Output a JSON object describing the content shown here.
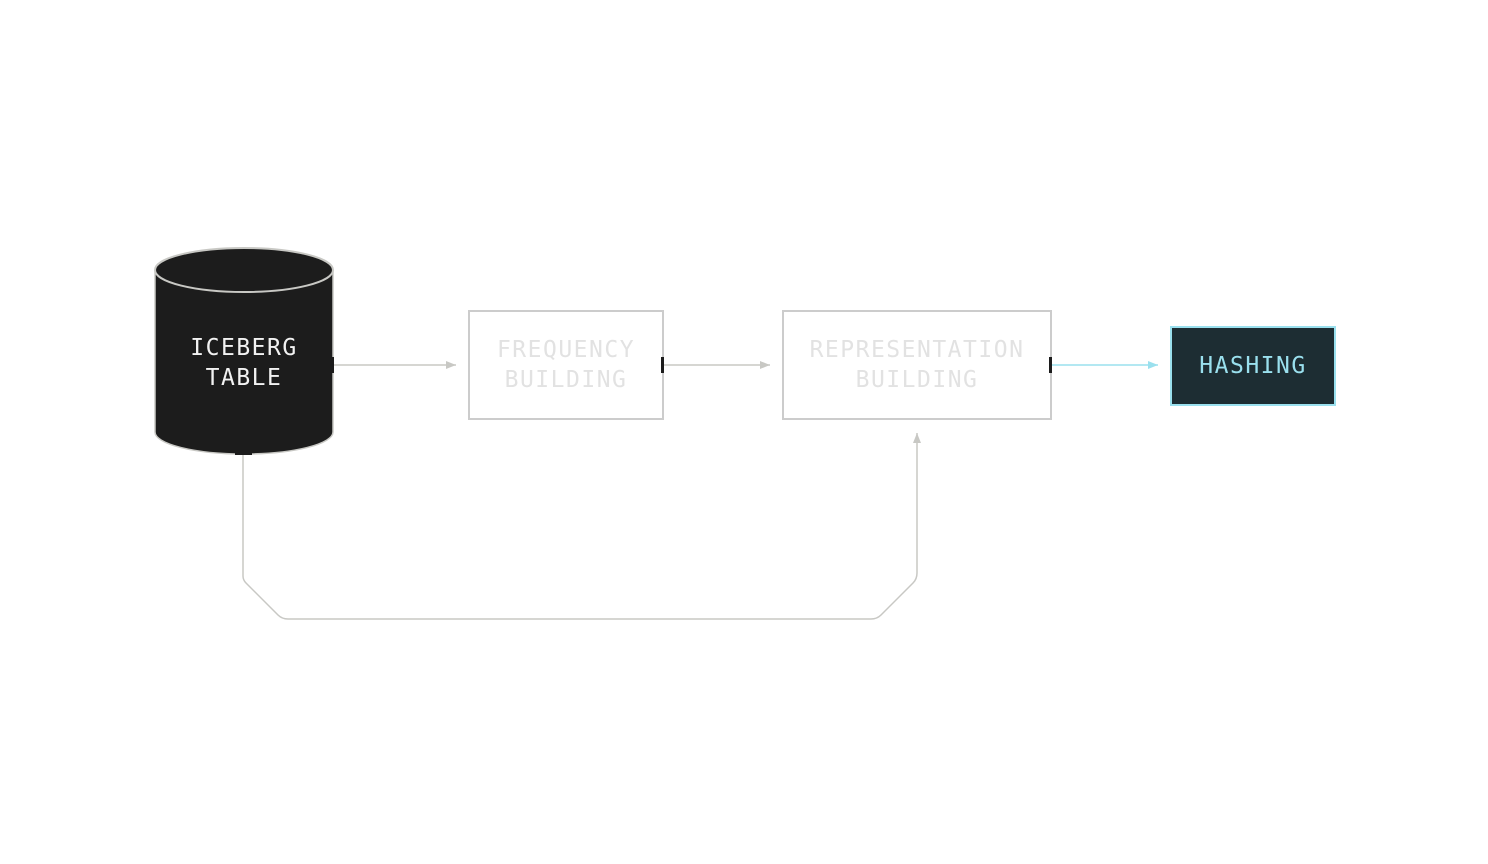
{
  "nodes": {
    "iceberg_table": {
      "line1": "ICEBERG",
      "line2": "TABLE"
    },
    "frequency_building": {
      "line1": "FREQUENCY",
      "line2": "BUILDING"
    },
    "representation_building": {
      "line1": "REPRESENTATION",
      "line2": "BUILDING"
    },
    "hashing": {
      "label": "HASHING"
    }
  },
  "colors": {
    "cylinder_fill": "#1c1c1c",
    "inactive_border": "#cccccc",
    "inactive_text": "#e2e2e2",
    "connector": "#c8c8c4",
    "active_accent": "#9ae0ee",
    "active_fill": "#1d2d33"
  }
}
